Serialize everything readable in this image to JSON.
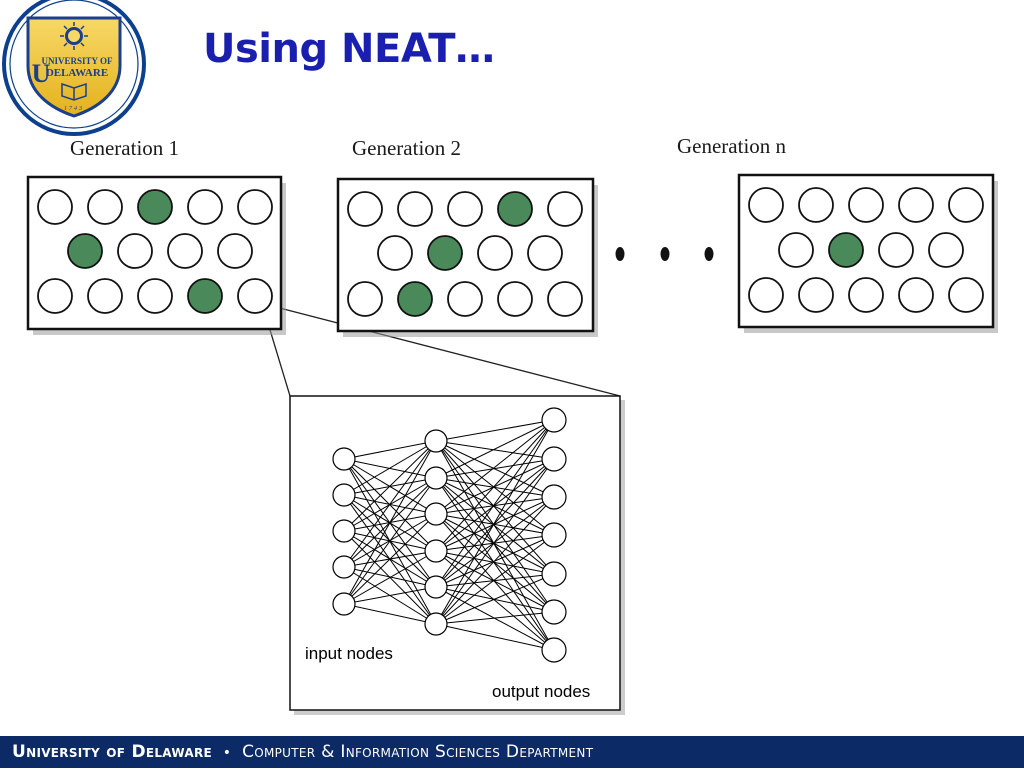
{
  "slide": {
    "title": "Using NEAT…",
    "footer": {
      "university": "University of Delaware",
      "separator": "•",
      "department": "Computer & Information Sciences Department"
    }
  },
  "logo": {
    "text_line1": "UNIVERSITY OF",
    "text_line2": "DELAWARE",
    "year": "1743",
    "colors": {
      "ring": "#0c3f8e",
      "shield": "#f1c232",
      "outline": "#1b3f8b"
    }
  },
  "generations": [
    {
      "label": "Generation 1",
      "rows": [
        [
          0,
          0,
          1,
          0,
          0
        ],
        [
          1,
          0,
          0,
          0
        ],
        [
          0,
          0,
          0,
          1,
          0
        ]
      ]
    },
    {
      "label": "Generation 2",
      "rows": [
        [
          0,
          0,
          0,
          1,
          0
        ],
        [
          0,
          1,
          0,
          0
        ],
        [
          0,
          1,
          0,
          0,
          0
        ]
      ]
    },
    {
      "label": "Generation n",
      "rows": [
        [
          0,
          0,
          0,
          0,
          0
        ],
        [
          0,
          1,
          0,
          0
        ],
        [
          0,
          0,
          0,
          0,
          0
        ]
      ]
    }
  ],
  "ellipsis": [
    "•",
    "•",
    "•"
  ],
  "network": {
    "layers": [
      5,
      6,
      7
    ],
    "input_label": "input nodes",
    "output_label": "output nodes"
  },
  "colors": {
    "filled_node": "#4a8a5a",
    "title": "#1a1fb0",
    "footer_bg": "#0c2a66"
  }
}
